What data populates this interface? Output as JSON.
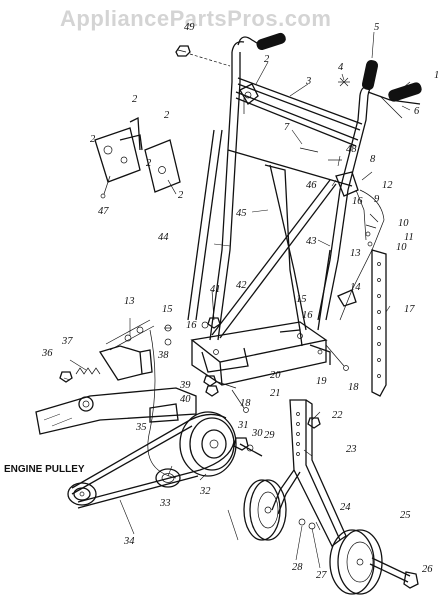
{
  "watermark": "AppliancePartsPros.com",
  "callouts": {
    "c1": "1",
    "c2a": "2",
    "c2b": "2",
    "c2c": "2",
    "c2d": "2",
    "c2e": "2",
    "c2f": "2",
    "c3": "3",
    "c4": "4",
    "c5": "5",
    "c6": "6",
    "c7": "7",
    "c8": "8",
    "c9": "9",
    "c10a": "10",
    "c10b": "10",
    "c11": "11",
    "c12": "12",
    "c13a": "13",
    "c13b": "13",
    "c14": "14",
    "c15a": "15",
    "c15b": "15",
    "c16a": "16",
    "c16b": "16",
    "c16c": "16",
    "c17": "17",
    "c18a": "18",
    "c18b": "18",
    "c19": "19",
    "c20": "20",
    "c21": "21",
    "c22": "22",
    "c23": "23",
    "c24": "24",
    "c25": "25",
    "c26": "26",
    "c27": "27",
    "c28": "28",
    "c29": "29",
    "c30": "30",
    "c31": "31",
    "c32": "32",
    "c33": "33",
    "c34": "34",
    "c35": "35",
    "c36": "36",
    "c37": "37",
    "c38": "38",
    "c39": "39",
    "c40": "40",
    "c41": "41",
    "c42": "42",
    "c43": "43",
    "c44": "44",
    "c45": "45",
    "c46": "46",
    "c47": "47",
    "c48": "48",
    "c49": "49"
  },
  "engine_pulley_label": "ENGINE PULLEY"
}
